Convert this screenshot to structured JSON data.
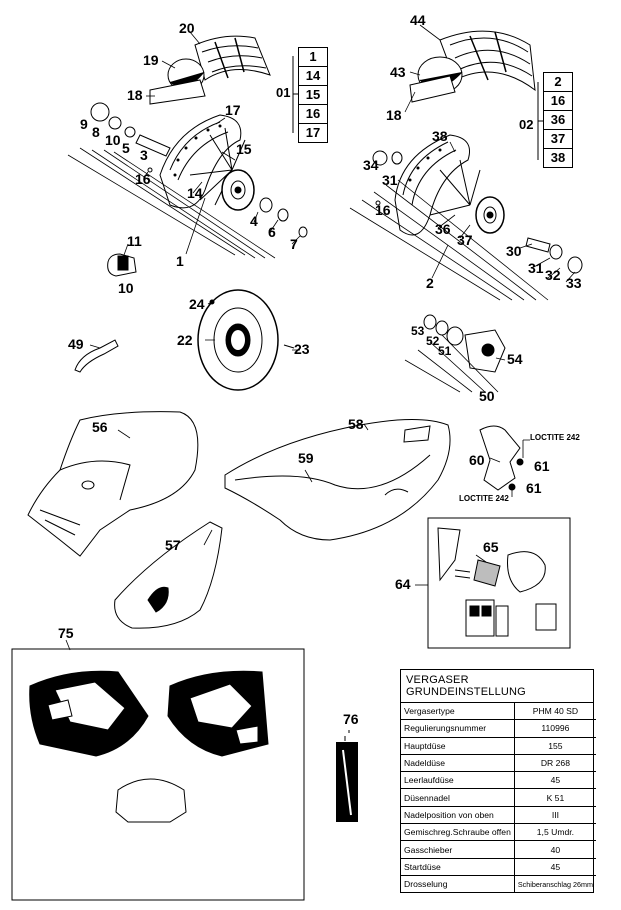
{
  "callouts": {
    "c20": "20",
    "c19": "19",
    "c18a": "18",
    "c44": "44",
    "c43": "43",
    "c18b": "18",
    "c9": "9",
    "c8": "8",
    "c10a": "10",
    "c5": "5",
    "c3": "3",
    "c17": "17",
    "c15": "15",
    "c16a": "16",
    "c14": "14",
    "c1": "1",
    "c4": "4",
    "c6": "6",
    "c7": "7",
    "c11": "11",
    "c10b": "10",
    "c38": "38",
    "c34": "34",
    "c31a": "31",
    "c16b": "16",
    "c36": "36",
    "c37": "37",
    "c30": "30",
    "c31b": "31",
    "c32": "32",
    "c33": "33",
    "c2": "2",
    "c24": "24",
    "c22": "22",
    "c23": "23",
    "c49": "49",
    "c53": "53",
    "c52": "52",
    "c51": "51",
    "c54": "54",
    "c50": "50",
    "c56": "56",
    "c58": "58",
    "c59": "59",
    "c60": "60",
    "c61a": "61",
    "c61b": "61",
    "c57": "57",
    "c65": "65",
    "c64": "64",
    "c75": "75",
    "c76": "76"
  },
  "loctite": {
    "top": "LOCTITE 242",
    "bottom": "LOCTITE 242"
  },
  "set01": {
    "label": "01",
    "items": [
      "1",
      "14",
      "15",
      "16",
      "17"
    ]
  },
  "set02": {
    "label": "02",
    "items": [
      "2",
      "16",
      "36",
      "37",
      "38"
    ]
  },
  "carb": {
    "title": "VERGASER GRUNDEINSTELLUNG",
    "rows": [
      {
        "label": "Vergasertype",
        "value": "PHM 40 SD"
      },
      {
        "label": "Regulierungsnummer",
        "value": "110996"
      },
      {
        "label": "Hauptdüse",
        "value": "155"
      },
      {
        "label": "Nadeldüse",
        "value": "DR 268"
      },
      {
        "label": "Leerlaufdüse",
        "value": "45"
      },
      {
        "label": "Düsennadel",
        "value": "K 51"
      },
      {
        "label": "Nadelposition von oben",
        "value": "III"
      },
      {
        "label": "Gemischreg.Schraube offen",
        "value": "1,5 Umdr."
      },
      {
        "label": "Gasschieber",
        "value": "40"
      },
      {
        "label": "Startdüse",
        "value": "45"
      },
      {
        "label": "Drosselung",
        "value": "Schiberanschlag 26mm"
      }
    ]
  },
  "colors": {
    "ink": "#000000",
    "paper": "#ffffff",
    "grey": "#bdbdbd"
  }
}
